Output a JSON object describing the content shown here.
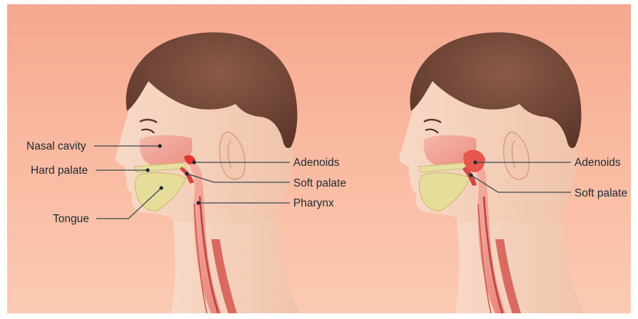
{
  "diagrams": [
    {
      "labels": {
        "nasal_cavity": "Nasal cavity",
        "hard_palate": "Hard palate",
        "tongue": "Tongue",
        "adenoids": "Adenoids",
        "soft_palate": "Soft palate",
        "pharynx": "Pharynx"
      }
    },
    {
      "labels": {
        "adenoids": "Adenoids",
        "soft_palate": "Soft palate"
      }
    }
  ],
  "colors": {
    "background_top": "#f6a78f",
    "background_bottom": "#fbcab2",
    "skin": "#f4d1bd",
    "hair": "#74483a",
    "airway": "#ef9b93",
    "tongue": "#e7df9f",
    "adenoid_normal": "#e3342f",
    "adenoid_enlarged": "#e8564e"
  }
}
